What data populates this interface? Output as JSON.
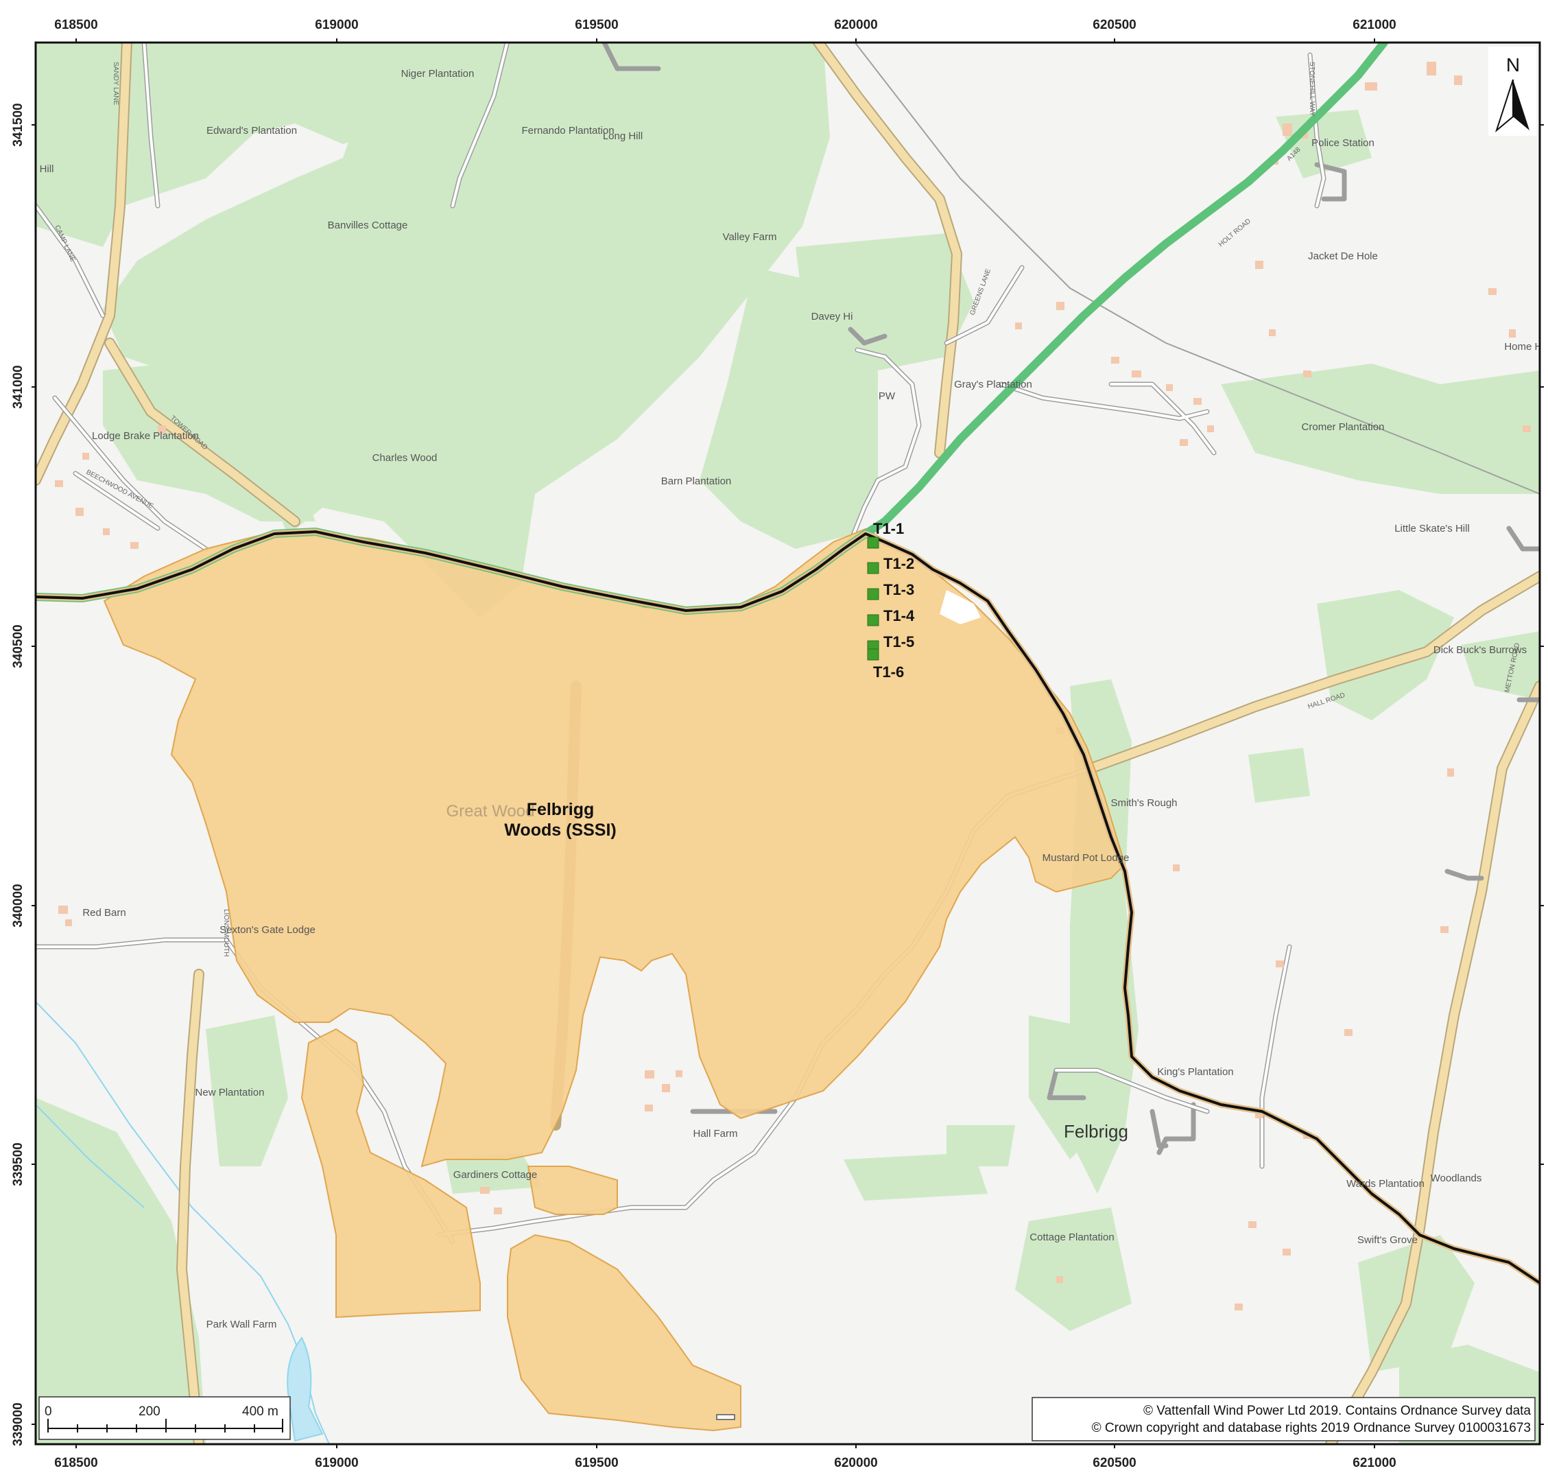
{
  "axes": {
    "x_ticks": [
      "618500",
      "619000",
      "619500",
      "620000",
      "620500",
      "621000"
    ],
    "y_ticks": [
      "341500",
      "341000",
      "340500",
      "340000",
      "339500",
      "339000"
    ]
  },
  "north_arrow": {
    "label": "N"
  },
  "sssi": {
    "line1": "Felbrigg",
    "line2": "Woods (SSSI)"
  },
  "turbines": [
    {
      "label": "T1-1"
    },
    {
      "label": "T1-2"
    },
    {
      "label": "T1-3"
    },
    {
      "label": "T1-4"
    },
    {
      "label": "T1-5"
    },
    {
      "label": "T1-6"
    }
  ],
  "places": [
    "Niger Plantation",
    "Edward's Plantation",
    "Fernando Plantation",
    "Long Hill",
    "Banvilles Cottage",
    "Valley Farm",
    "Davey Hi",
    "Gray's Plantation",
    "PW",
    "Police Station",
    "Jacket De Hole",
    "Lodge Brake Plantation",
    "Charles Wood",
    "Barn Plantation",
    "Cromer Plantation",
    "Little Skate's Hill",
    "Dick Buck's Burrows",
    "Smith's Rough",
    "Mustard Pot Lodge",
    "Red Barn",
    "Sexton's Gate Lodge",
    "New Plantation",
    "Hall Farm",
    "Gardiners Cottage",
    "King's Plantation",
    "Woodlands",
    "Wards Plantation",
    "Swift's Grove",
    "Cottage Plantation",
    "Park Wall Farm",
    "Great Wood",
    "Hill",
    "Home Ho"
  ],
  "felbrigg": "Felbrigg",
  "road_labels": [
    "SANDY LANE",
    "CAMP LANE",
    "TOWER ROAD",
    "BEECHWOOD AVENUE",
    "HOLT ROAD",
    "GREENS LANE",
    "STONEHILL WAY",
    "HALL ROAD",
    "METTON ROAD",
    "LIONS MOUTH",
    "A148"
  ],
  "scale_bar": {
    "labels": [
      "0",
      "200",
      "400 m"
    ]
  },
  "copyright": {
    "line1": "© Vattenfall Wind Power Ltd 2019. Contains Ordnance Survey data",
    "line2": "© Crown copyright and database rights 2019 Ordnance Survey 0100031673"
  },
  "colors": {
    "background": "#f4f4f2",
    "woodland": "#cfe9c7",
    "sssi_fill": "#f5cf8f",
    "sssi_stroke": "#e0a650",
    "a_road": "#5ec27a",
    "minor_road": "#f3deaa",
    "route": "#111111",
    "turbine": "#3f9f2b",
    "water": "#bfe6f5"
  }
}
